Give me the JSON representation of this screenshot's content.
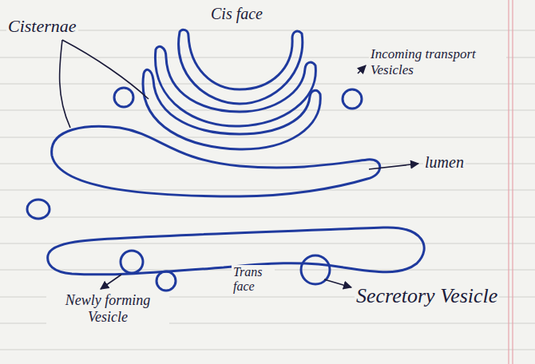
{
  "diagram": {
    "labels": [
      "Cis face",
      "Cisternae",
      "Incoming transport Vesicles",
      "lumen",
      "Trans face",
      "Newly forming Vesicle",
      "Secretory Vesicle"
    ]
  }
}
